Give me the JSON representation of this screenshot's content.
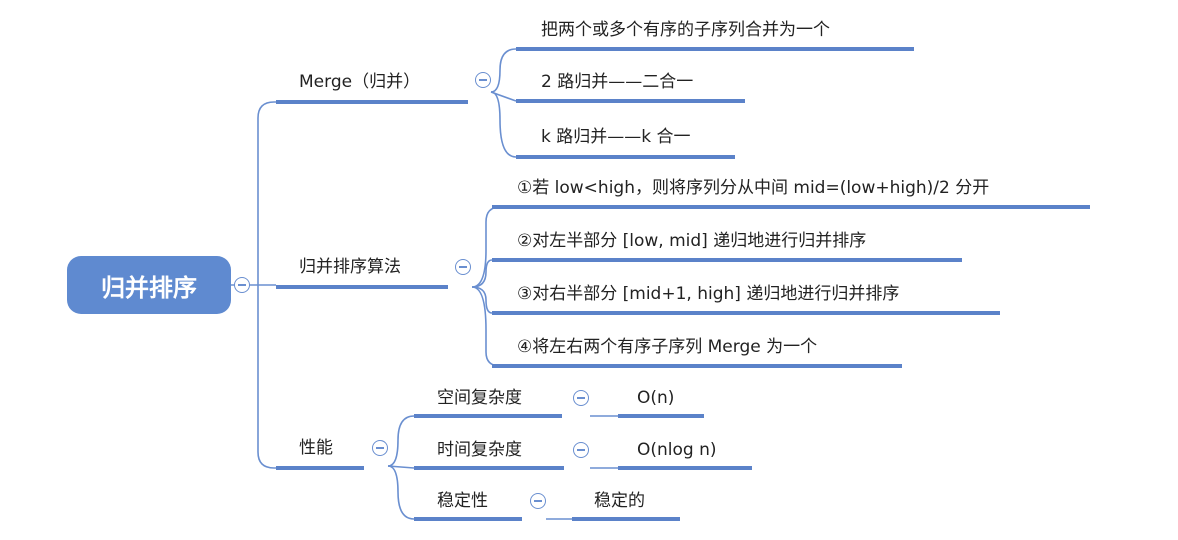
{
  "root": {
    "label": "归并排序"
  },
  "branches": {
    "merge": {
      "label": "Merge（归并）",
      "children": [
        "把两个或多个有序的子序列合并为一个",
        "2 路归并——二合一",
        "k 路归并——k 合一"
      ]
    },
    "algorithm": {
      "label": "归并排序算法",
      "children": [
        "①若 low<high，则将序列分从中间 mid=(low+high)/2 分开",
        "②对左半部分 [low, mid] 递归地进行归并排序",
        "③对右半部分 [mid+1, high] 递归地进行归并排序",
        "④将左右两个有序子序列 Merge 为一个"
      ]
    },
    "performance": {
      "label": "性能",
      "children": [
        {
          "label": "空间复杂度",
          "value": "O(n)"
        },
        {
          "label": "时间复杂度",
          "value": "O(nlog n)"
        },
        {
          "label": "稳定性",
          "value": "稳定的"
        }
      ]
    }
  },
  "colors": {
    "accent": "#5f8ad0",
    "line": "#6a8fd0",
    "underline": "#5b82c9"
  },
  "icons": {
    "collapse": "minus-circle-icon"
  }
}
